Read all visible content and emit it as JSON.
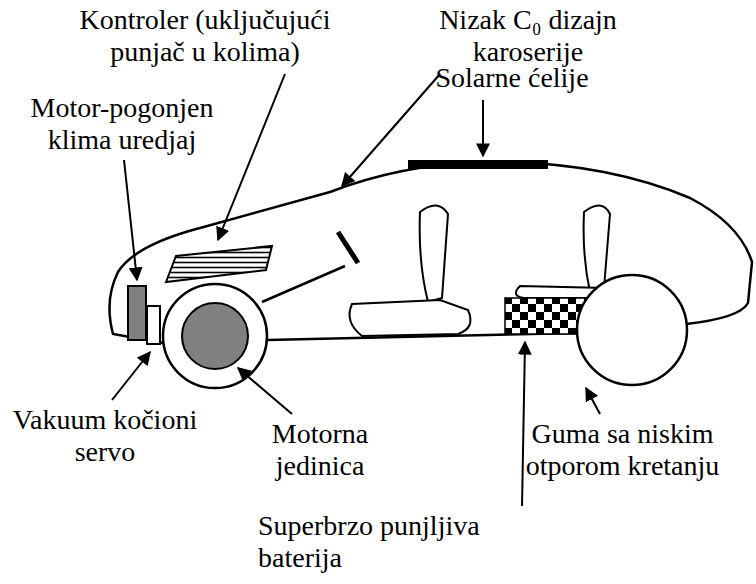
{
  "diagram": {
    "labels": [
      "Kontroler (uključujući punjač u kolima)",
      "Nizak C₀ dizajn karoserije",
      "Solarne ćelije",
      "Motor-pogonjen klima uredjaj",
      "Vakuum kočioni servo",
      "Motorna jedinica",
      "Guma sa niskim otporom kretanju",
      "Superbrzo punjljiva baterija"
    ]
  }
}
